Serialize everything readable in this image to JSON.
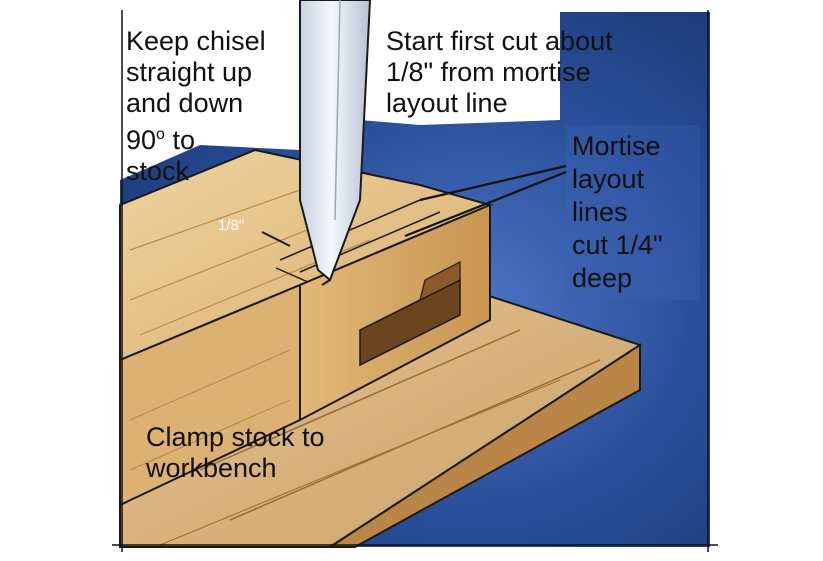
{
  "figure": {
    "labels": {
      "chisel": {
        "lines": [
          "Keep chisel",
          "straight up",
          "and down"
        ],
        "angle_prefix": "90",
        "angle_super": "o",
        "angle_suffix": " to",
        "last_line": "stock"
      },
      "first_cut": {
        "lines": [
          "Start first cut about",
          "1/8\" from mortise",
          "layout line"
        ]
      },
      "layout_lines": {
        "lines": [
          "Mortise",
          "layout",
          "lines",
          "cut 1/4\"",
          "deep"
        ]
      },
      "clamp": {
        "lines": [
          "Clamp stock to",
          "workbench"
        ]
      },
      "offset_dimension": "1/8\""
    },
    "colors": {
      "background_blue": "#2a4f9a",
      "wood_light": "#e9c58a",
      "wood_mid": "#d8ab6c",
      "wood_dark": "#b98648",
      "chisel_steel": "#e4e9f2",
      "outline": "#1a1a1a"
    },
    "icons": [
      "chisel-icon",
      "mortise-stock-icon",
      "workbench-icon"
    ]
  }
}
